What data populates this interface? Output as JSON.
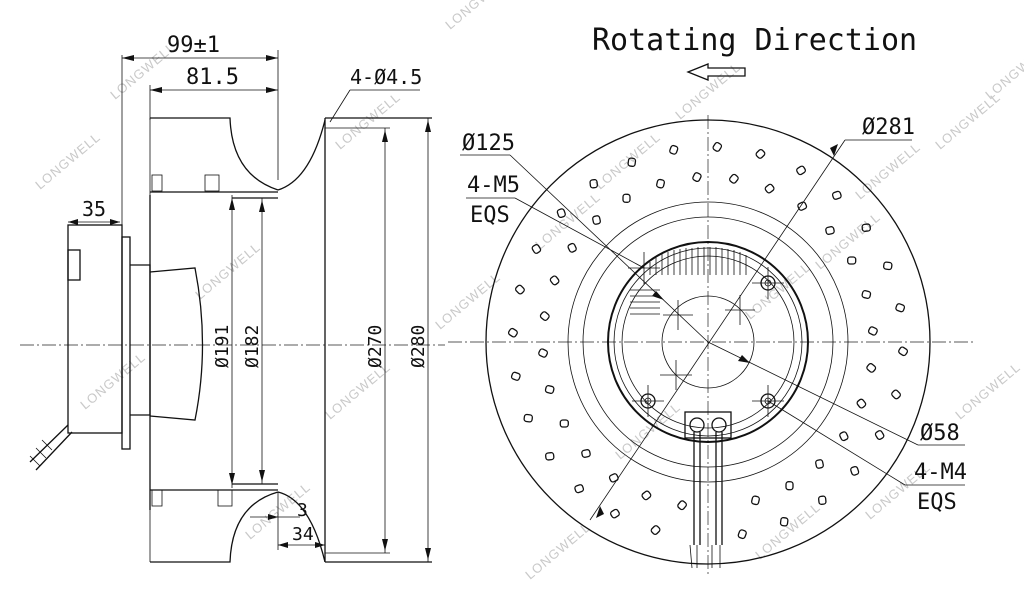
{
  "title": "Rotating Direction",
  "side_view": {
    "overall_length": "99±1",
    "body_length": "81.5",
    "motor_length": "35",
    "mounting_holes": "4-Ø4.5",
    "dia_191": "Ø191",
    "dia_182": "Ø182",
    "dia_270": "Ø270",
    "dia_280": "Ø280",
    "dim_3": "3",
    "dim_34": "34"
  },
  "front_view": {
    "dia_125": "Ø125",
    "thread_m5": "4-M5",
    "eqs_1": "EQS",
    "dia_281": "Ø281",
    "dia_58": "Ø58",
    "thread_m4": "4-M4",
    "eqs_2": "EQS"
  },
  "watermark": "LONGWELL",
  "direction_arrow": "left-arrow-icon"
}
